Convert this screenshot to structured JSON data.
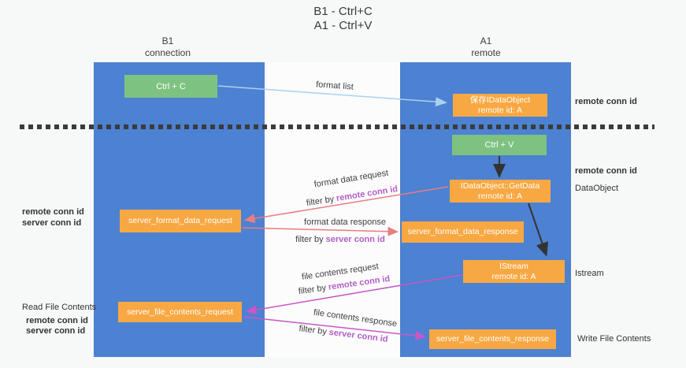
{
  "title": {
    "line1": "B1 - Ctrl+C",
    "line2": "A1 - Ctrl+V"
  },
  "lanes": {
    "left": {
      "name": "B1",
      "role": "connection"
    },
    "right": {
      "name": "A1",
      "role": "remote"
    }
  },
  "boxes": {
    "ctrl_c": {
      "label": "Ctrl + C"
    },
    "ctrl_v": {
      "label": "Ctrl + V"
    },
    "save_idataobject": {
      "line1": "保存IDataObject",
      "line2": "remote id: A"
    },
    "getdata": {
      "line1": "IDataObject::GetData",
      "line2": "remote id: A"
    },
    "istream": {
      "line1": "IStream",
      "line2": "remote id: A"
    },
    "server_format_data_request": {
      "label": "server_format_data_request"
    },
    "server_format_data_response": {
      "label": "server_format_data_response"
    },
    "server_file_contents_request": {
      "label": "server_file_contents_request"
    },
    "server_file_contents_response": {
      "label": "server_file_contents_response"
    }
  },
  "arrow_labels": {
    "format_list": "format list",
    "format_data_request": "format data request",
    "format_data_response": "format data response",
    "file_contents_request": "file contents request",
    "file_contents_response": "file contents response",
    "filter_by": "filter by",
    "remote_conn_id": "remote conn id",
    "server_conn_id": "server conn id"
  },
  "side_labels": {
    "remote_conn_id": "remote conn id",
    "server_conn_id": "server conn id",
    "dataobject": "DataObject",
    "istream": "Istream",
    "read_file_contents": "Read File Contents",
    "write_file_contents": "Write File Contents"
  },
  "colors": {
    "lane_blue": "#4d81d2",
    "box_orange": "#f8a843",
    "box_green": "#7ec282",
    "arrow_blue": "#a9d2ed",
    "arrow_red": "#e87e7e",
    "arrow_magenta": "#c857c8",
    "arrow_black": "#333333",
    "text_purple": "#b25fc6",
    "text_green": "#63b663"
  }
}
